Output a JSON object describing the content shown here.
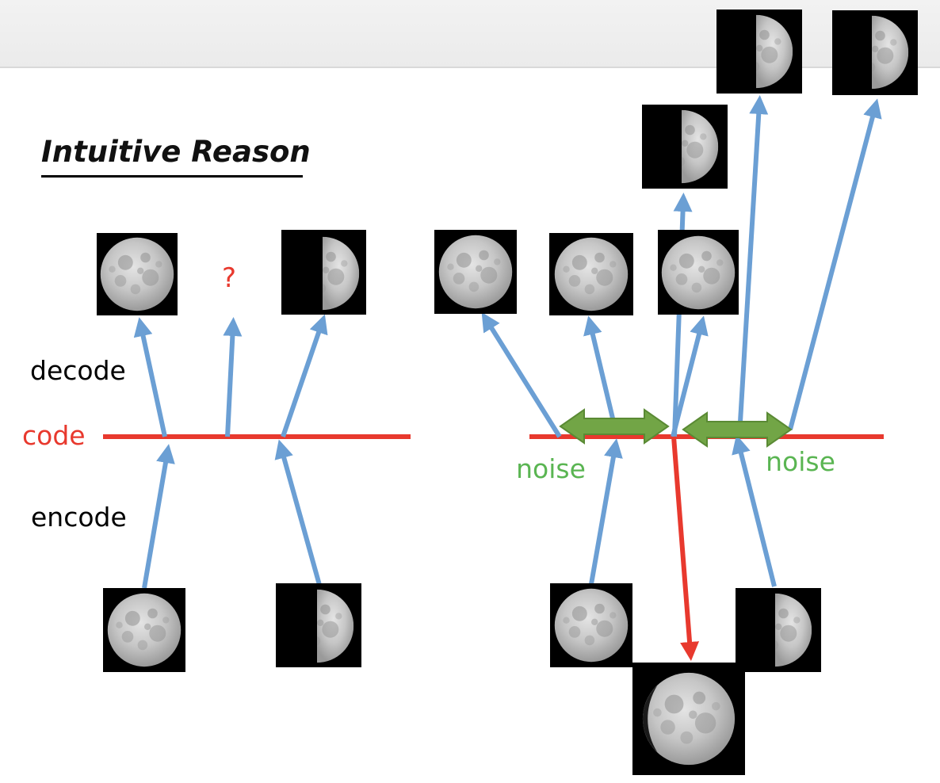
{
  "title": "Intuitive Reason",
  "labels": {
    "decode": "decode",
    "code": "code",
    "encode": "encode",
    "question": "?",
    "noise_left": "noise",
    "noise_right": "noise"
  },
  "colors": {
    "arrow_blue": "#6b9fd4",
    "code_line_red": "#e8392e",
    "noise_green": "#72a546",
    "noise_text": "#5ab552",
    "code_text": "#e8392e"
  },
  "icons": {
    "full_moon": "full-moon-image",
    "half_moon": "half-moon-image",
    "gibbous_moon": "gibbous-moon-image"
  }
}
